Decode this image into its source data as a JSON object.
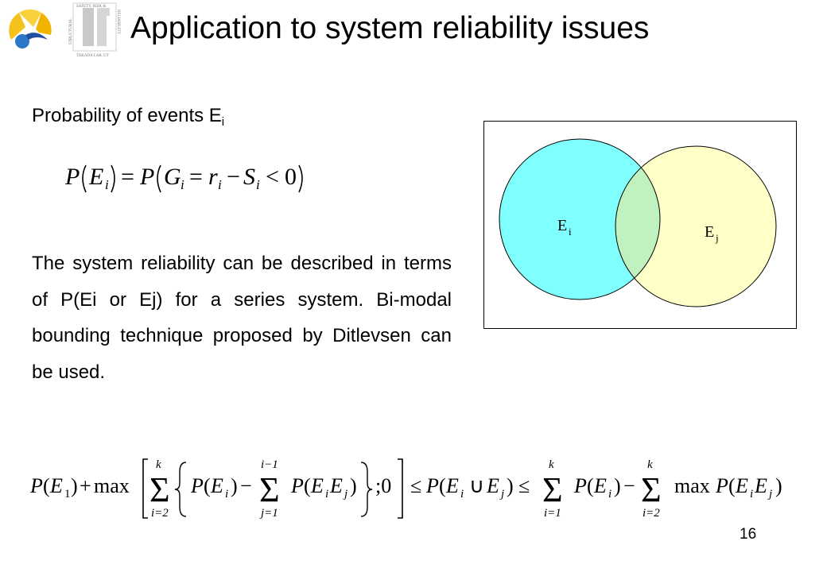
{
  "slide": {
    "title": "Application to system reliability issues",
    "logo_left_text": "",
    "logo_right": {
      "text_top": "SAFETY, RISK &",
      "text_left": "STRUCTURAL",
      "text_right": "RELIABILITY",
      "text_bottom": "TAKADA LAB. UT"
    },
    "probability_heading": {
      "text": "Probability of events E",
      "subscript": "i"
    },
    "equation1": {
      "P": "P",
      "E": "E",
      "i": "i",
      "G": "G",
      "r": "r",
      "S": "S",
      "eq": "=",
      "minus": "−",
      "lt": "<",
      "zero": "0"
    },
    "body_text": "The system reliability can be described in terms of P(Ei or Ej) for a series system.  Bi-modal bounding technique proposed by Ditlevsen can be used.",
    "venn": {
      "circle_i_label": "E",
      "circle_i_sub": "i",
      "circle_j_label": "E",
      "circle_j_sub": "j",
      "color_i": "#80ffff",
      "color_j": "#ffffc8",
      "color_overlap": "#bff2bf"
    },
    "equation2": {
      "P": "P",
      "E": "E",
      "one": "1",
      "plus": "+",
      "max": "max",
      "sum": "Σ",
      "k": "k",
      "i_eq_2": "i=2",
      "i_minus_1": "i−1",
      "j_eq_1": "j=1",
      "i_eq_1": "i=1",
      "i": "i",
      "j": "j",
      "semicolon_zero": ";0",
      "le": "≤",
      "cup": "∪",
      "minus": "−"
    },
    "page_number": "16"
  }
}
